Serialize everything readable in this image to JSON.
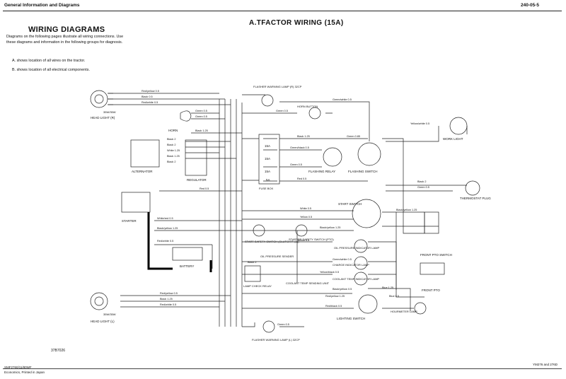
{
  "header": {
    "left": "General Information and Diagrams",
    "right": "240-05-5"
  },
  "section_title": "WIRING DIAGRAMS",
  "diagram_title": "A.TFACTOR WIRING (15A)",
  "intro": {
    "paragraph": "Diagrams on the following pages illustrate all wiring connections. Use these diagrams and information in the following groups for diagnosis.",
    "item_a": "A. shows location of all wires on the tractor.",
    "item_b": "B. shows location of all electrical components."
  },
  "ref_number": "37B7026",
  "footer": {
    "left_line1": "SMF2760/11/80WF",
    "left_line2": "Economics, Printed in Japan",
    "right": "YM276 and 276D"
  },
  "components": {
    "head_light_r": "HEAD LIGHT (R)",
    "head_light_r_rating": "35W/35W",
    "horn": "HORN",
    "alternator": "ALTERNATOR",
    "regulator": "REGULATOR",
    "starter": "STARTER",
    "battery": "BATTERY",
    "head_light_l": "HEAD LIGHT (L)",
    "head_light_l_rating": "35W/35W",
    "flasher_lamp_r": "FLASHER WARNING LAMP (R) 32CP",
    "horn_button": "HORN BUTTON",
    "fuse_15a_1": "15A",
    "fuse_15a_2": "15A",
    "fuse_15a_3": "15A",
    "fuse_5a": "5A",
    "fuse_box": "FUSE BOX",
    "flashing_relay": "FLASHING RELAY",
    "flashing_switch": "FLASHING SWITCH",
    "start_switch": "START SWITCH",
    "start_safety_clutch": "START SAFETY SWITCH (CLUTCH P. (L))",
    "start_safety_pto": "STARTER SAFETY SWITCH (PTO)",
    "oil_pressure_sender": "OIL PRESSURE SENDER",
    "oil_pressure_lamp": "OIL PRESSURE INDICATOR LAMP",
    "charge_lamp": "CHARGE INDICATOR LAMP",
    "coolant_sender": "COOLANT TEMP SENDING UNIT",
    "coolant_lamp": "COOLANT TEMP INDICATOR LAMP",
    "lamp_check_relay": "LAMP CHECK RELAY",
    "lighting_switch": "LIGHTING SWITCH",
    "hourmeter_lamp": "HOURMETER LAMP",
    "flasher_lamp_l": "FLASHER WARNING LAMP (L) 32CP",
    "work_light": "WORK LIGHT",
    "thermostat_plug": "THERMOSTAT PLUG",
    "front_pto_switch": "FRONT PTO SWITCH",
    "front_pto": "FRONT PTO"
  },
  "wires": {
    "red_yellow_1": "Red/yellow 0.5",
    "black_1": "Black 0.5",
    "red_white_1": "Red/white 0.5",
    "green_1": "Green 0.5",
    "green_2": "Green 0.5",
    "black_125_1": "Black 1.25",
    "black_2": "Black 2",
    "black_3": "Black 2",
    "white_125": "White 1.25",
    "black_125_2": "Black 1.25",
    "black_4": "Black 2",
    "red_1": "Red 0.5",
    "white_red_1": "White/red 0.5",
    "black_yellow_125": "Black/yellow 1.25",
    "red_white_2": "Red/white 0.5",
    "black_125_3": "Black 1.25",
    "red_yellow_2": "Red/yellow 0.5",
    "green_white_1": "Green/white 0.5",
    "green_3": "Green 0.5",
    "green_black": "Green/black 0.5",
    "green_4": "Green 0.5",
    "white_2": "White 2",
    "red_2": "Red 0.5",
    "green_085": "Green 0.85",
    "green_5": "Green 0.5",
    "black_5": "Black 2",
    "yellow_1": "Yellow 0.5",
    "black_6": "Black 2",
    "white_1": "White 0.5",
    "black_7": "Black 2",
    "green_6": "Green 0.5",
    "black_8": "Black 2",
    "black_yellow_2": "Black/yellow 1.25",
    "yellow_2": "Yellow 0.5",
    "yellow_black": "Yellow/black 0.5",
    "red_black": "Red/black 0.5",
    "blue_1": "Blue 0.5",
    "red_white_3": "Red/white 0.5",
    "red_yellow_3": "Red/yellow 1.25",
    "blue_2": "Blue 1.25",
    "green_7": "Green 0.5",
    "black_9": "Black 2",
    "black_yellow_3": "Black/yellow 0.5",
    "yellow_white": "Yellow/white 0.5",
    "yellow_black_2": "Yellow/black 0.5",
    "black_yellow_4": "Black/yellow 1.25"
  }
}
